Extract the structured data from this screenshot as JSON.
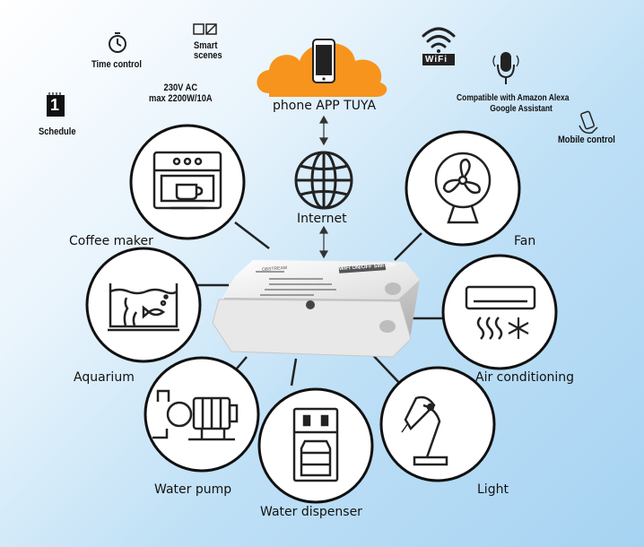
{
  "features": {
    "time_control": "Time control",
    "smart_scenes_line1": "Smart",
    "smart_scenes_line2": "scenes",
    "schedule": "Schedule",
    "schedule_day": "1",
    "voltage_line1": "230V AC",
    "voltage_line2": "max 2200W/10A",
    "wifi": "WiFi",
    "compatible_line1": "Compatible with Amazon Alexa",
    "compatible_line2": "Google Assistant",
    "mobile_control": "Mobile control"
  },
  "cloud": {
    "label": "phone APP TUYA"
  },
  "internet": {
    "label": "Internet"
  },
  "device": {
    "brand": "OBSTREAM",
    "model": "WIFI ON/OFF SWITCH"
  },
  "appliances": {
    "coffee_maker": "Coffee maker",
    "fan": "Fan",
    "aquarium": "Aquarium",
    "air_conditioning": "Air conditioning",
    "water_pump": "Water pump",
    "light": "Light",
    "water_dispenser": "Water dispenser"
  },
  "colors": {
    "cloud": "#f7941d",
    "line": "#222222",
    "circle_fill": "#ffffff"
  }
}
